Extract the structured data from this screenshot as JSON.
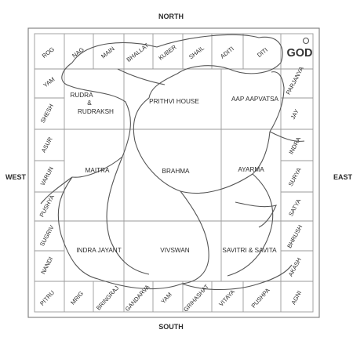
{
  "directions": {
    "north": "NORTH",
    "south": "SOUTH",
    "east": "EAST",
    "west": "WEST"
  },
  "god_label": "GOD",
  "top_row": [
    "ROG",
    "NAG",
    "MAIN",
    "BHALLAT",
    "KUBER",
    "SHAIL",
    "ADITI",
    "DITI"
  ],
  "right_column": [
    "PARJANYA",
    "JAY",
    "INDRA",
    "SURYA",
    "SATYA",
    "BHRUSH",
    "AKASH",
    "AGNI"
  ],
  "bottom_row": [
    "PITRU",
    "MRIG",
    "BRINGRAJ",
    "GANDARVA",
    "YAM",
    "GRIHASHAT",
    "VITAYA",
    "PUSHPA"
  ],
  "left_column": [
    "YAM",
    "SHESH",
    "ASUR",
    "VARUN",
    "PUSHYA",
    "SUGRIV",
    "NANDI"
  ],
  "inner": {
    "rudra_line1": "RUDRA",
    "rudra_line2": "&",
    "rudra_line3": "RUDRAKSH",
    "prithvi": "PRITHVI HOUSE",
    "aap": "AAP AAPVATSA",
    "maitra": "MAITRA",
    "brahma": "BRAHMA",
    "ayarma": "AYARMA",
    "indra_jayant": "INDRA JAYANT",
    "vivswan": "VIVSWAN",
    "savitri": "SAVITRI & SAVITA"
  }
}
